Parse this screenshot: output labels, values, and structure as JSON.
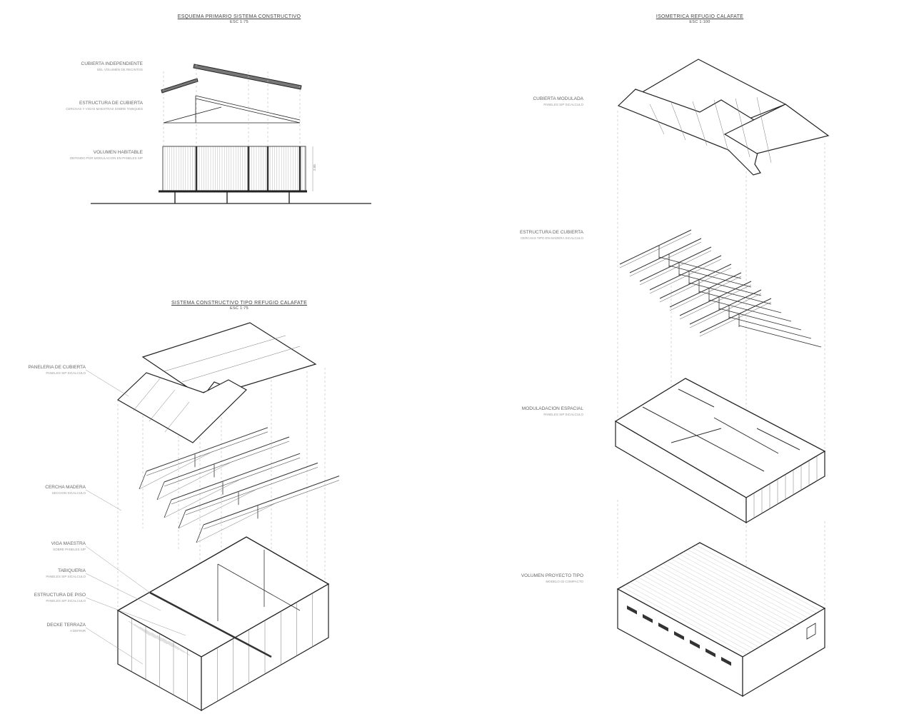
{
  "panels": {
    "elevation": {
      "title": "ESQUEMA PRIMARIO SISTEMA CONSTRUCTIVO",
      "scale": "ESC 1:75",
      "dimension": "2.55"
    },
    "system": {
      "title": "SISTEMA CONSTRUCTIVO TIPO REFUGIO CALAFATE",
      "scale": "ESC 1:75"
    },
    "isometric": {
      "title": "ISOMETRICA REFUGIO CALAFATE",
      "scale": "ESC 1:100"
    }
  },
  "labels": {
    "cubierta_independiente": {
      "title": "CUBIERTA INDEPENDIENTE",
      "sub": "DEL VOLUMEN DE RECINTOS"
    },
    "estructura_cubierta_1": {
      "title": "ESTRUCTURA DE CUBIERTA",
      "sub": "CERCHAS Y VIGAS MAESTRAS SOBRE TABIQUES"
    },
    "volumen_habitable": {
      "title": "VOLUMEN HABITABLE",
      "sub": "DEFINIDO POR MODULACION EN PANELES SIP"
    },
    "paneleria_cubierta": {
      "title": "PANELERIA DE CUBIERTA",
      "sub": "PANELES SIP SICALCULO"
    },
    "cercha_madera": {
      "title": "CERCHA MADERA",
      "sub": "SECCION SICALCULO"
    },
    "viga_maestra": {
      "title": "VIGA MAESTRA",
      "sub": "SOBRE PANELES SIP"
    },
    "tabiqueria": {
      "title": "TABIQUERIA",
      "sub": "PANELES SIP SICALCULO"
    },
    "estructura_piso": {
      "title": "ESTRUCTURA DE PISO",
      "sub": "PANELES SIP SICALCULO"
    },
    "decke_terraza": {
      "title": "DECKE TERRAZA",
      "sub": "A DEFINIR"
    },
    "cubierta_modulada": {
      "title": "CUBIERTA MODULADA",
      "sub": "PANELES SIP SICALCULO"
    },
    "estructura_cubierta_2": {
      "title": "ESTRUCTURA DE CUBIERTA",
      "sub": "CERCHAS TIPO EN MADERA SICALCULO"
    },
    "modulacion_espacial": {
      "title": "MODULADACION ESPACIAL",
      "sub": "PANELES SIP SICALCULO"
    },
    "volumen_proyecto": {
      "title": "VOLUMEN PROYECTO TIPO",
      "sub": "MODELO 02 COMPACTO"
    }
  },
  "colors": {
    "line": "#222222",
    "thin": "#777777",
    "dash": "#aaaaaa",
    "slab": "#666666"
  }
}
